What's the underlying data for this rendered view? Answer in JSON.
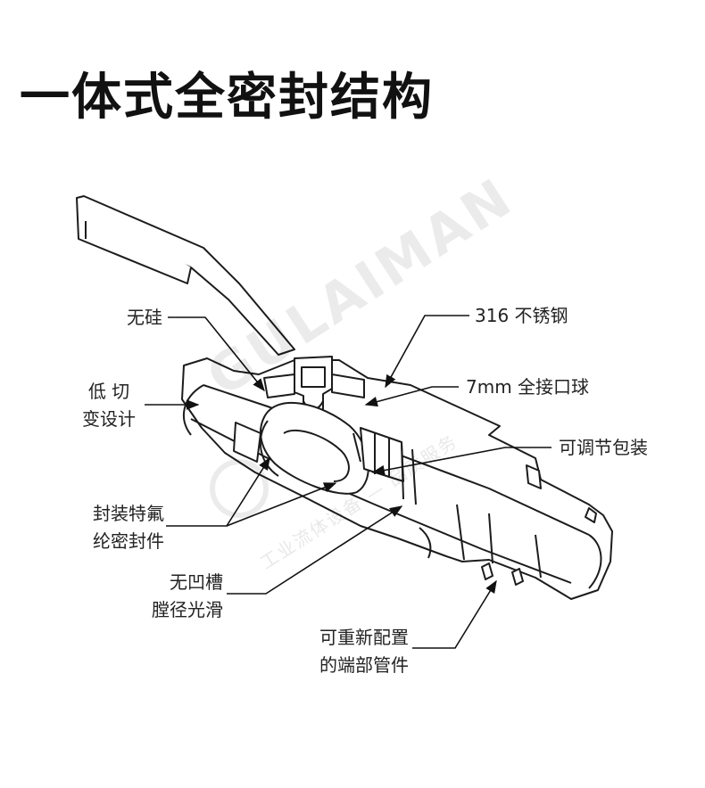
{
  "title": "一体式全密封结构",
  "watermark": {
    "logo_text": "GULAIMAN",
    "subtitle": "工业流体设备 — 品质服务"
  },
  "labels": {
    "no_silicone": "无硅",
    "stainless_316": "316 不锈钢",
    "low_cut_line1": "低 切",
    "low_cut_line2": "变设计",
    "full_ball": "7mm 全接口球",
    "adjustable_packing": "可调节包装",
    "ptfe_seal_line1": "封装特氟",
    "ptfe_seal_line2": "纶密封件",
    "smooth_bore_line1": "无凹槽",
    "smooth_bore_line2": "膛径光滑",
    "end_fittings_line1": "可重新配置",
    "end_fittings_line2": "的端部管件"
  }
}
